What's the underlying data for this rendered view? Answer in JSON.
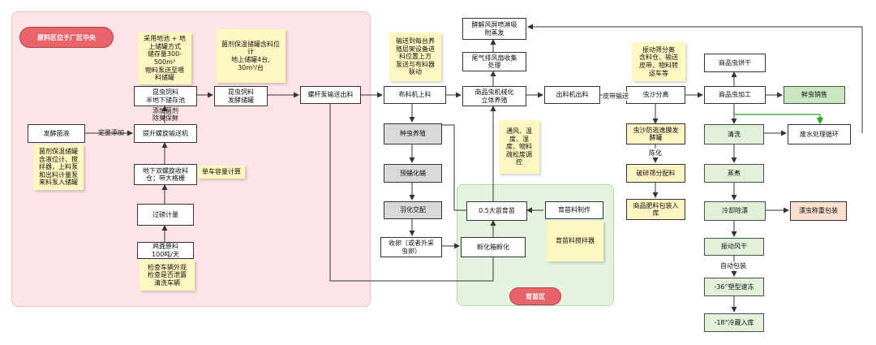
{
  "zones": {
    "plant_center_label": "原料区位于厂区中央",
    "nursery_label": "育苗区"
  },
  "nodes": {
    "ferment_liquid": "发酵菌液",
    "spiral_conveyor": "提升螺旋输送机",
    "insect_feed_pit": "昆虫饲料\n半地下储存池",
    "feed_tank": "昆虫饲料\n发酵储罐",
    "screw_pump": "螺杆泵输送出料",
    "underground_bin": "地下双螺旋收料\n仓；带大格栅",
    "weighing": "过磅计量",
    "chicken_manure": "鸡粪原料\n100吨/天",
    "distributor": "布料机上料",
    "seed_breeding": "种虫养殖",
    "pupation": "预蛹化蛹",
    "eclosion_mating": "羽化交配",
    "egg_collect": "收卵（或者外采\n虫卵）",
    "hatch_box": "孵化箱孵化",
    "larva_05": "0.5大苗育苗",
    "nursery_feed_making": "育苗料制作",
    "mechanized_3d": "商品虫机械化\n立体养殖",
    "exhaust_fan": "尾气排风扇收集\n处理",
    "microbe_spray": "酵解风屏喷淋吸\n附蒸发",
    "discharge_machine": "出料机出料",
    "insect_sand_sep": "虫沙分离",
    "anti_escape_tank": "虫沙防逃逸膜发\n酵罐",
    "crush_mix": "破碎筛分配料",
    "fertilizer_pack": "商品肥料包装入\n库",
    "dried_insect": "商品虫烘干",
    "insect_processing": "商品虫加工",
    "fresh_sales": "鲜虫销售",
    "washing": "清洗",
    "wastewater": "废水处理循环",
    "steaming": "蒸煮",
    "cool_drain": "冷却除漂",
    "float_weigh": "漂虫称重包装",
    "vibro_dry": "振动风干",
    "quick_freeze": "-36°塑型速冻",
    "cold_storage": "-18°冷藏入库"
  },
  "notes": {
    "tank_storage": "采用地池 + 地\n上储罐方式\n储存量300-\n500m³\n物料泵送至喂\n料储罐",
    "feed_tank_spec": "菌剂保温储罐含料位\n计\n地上储罐4台,\n30m³/台",
    "conveying": "输送到每台养\n殖层架设备进\n料位置上方\n泵送与布料器\n联动",
    "ferment_tank_spec": "菌剂保温储罐\n含液位计、搅\n拌器，上料泵\n和出料计量泵\n来料泵入储罐",
    "truck_capacity": "单车容量计算",
    "truck_check": "检查车辆外观\n检查是否泄露\n清洗车辆",
    "ventilation": "通风、温\n度、湿\n度、物料\n疏松度调\n控",
    "nursery_mixer": "育苗料搅拌器",
    "vibration_screen": "振动筛分离\n含料仓、输送\n皮带、物料转\n运车等"
  },
  "labels": {
    "quant_add": "定量添加",
    "add_bacteria": "添加菌剂\n除臭保鲜",
    "belt_conveying": "皮带输送",
    "aging": "陈化",
    "auto_pack": "自动包装"
  }
}
